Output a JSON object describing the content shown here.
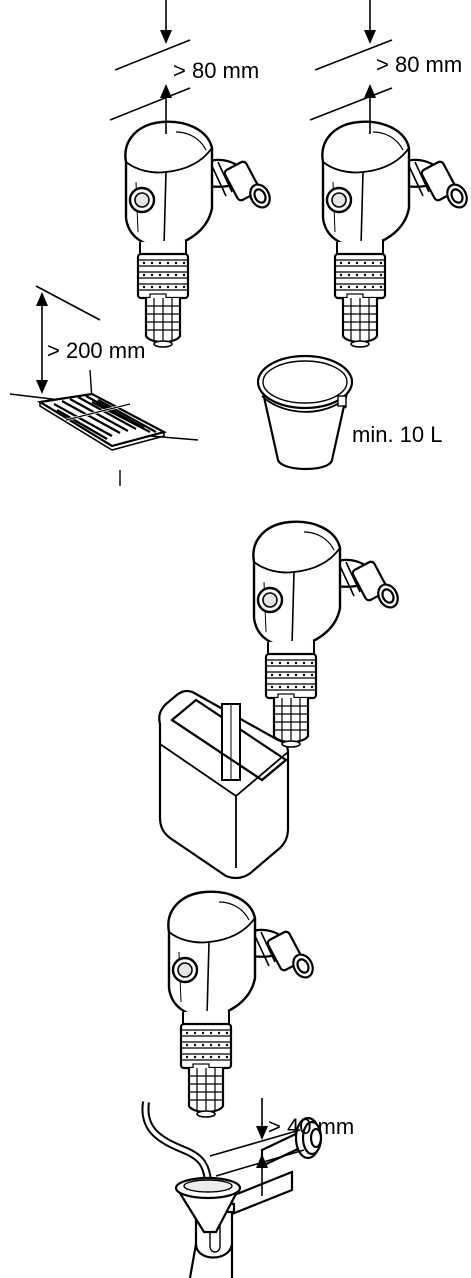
{
  "labels": {
    "top_left_clearance": "> 80 mm",
    "top_right_clearance": "> 80 mm",
    "floor_drain_clearance": "> 200 mm",
    "bucket_capacity": "min. 10 L",
    "drain_pipe_clearance": "> 40 mm"
  },
  "colors": {
    "line": "#000000",
    "background": "#ffffff",
    "shade_light": "#ececec",
    "shade_mid": "#d2d2d2"
  },
  "icons": {
    "filter": "backwash-filter-icon",
    "floor_drain": "floor-drain-grate-icon",
    "bucket": "bucket-icon",
    "container": "drain-container-icon",
    "siphon": "siphon-trap-icon"
  }
}
